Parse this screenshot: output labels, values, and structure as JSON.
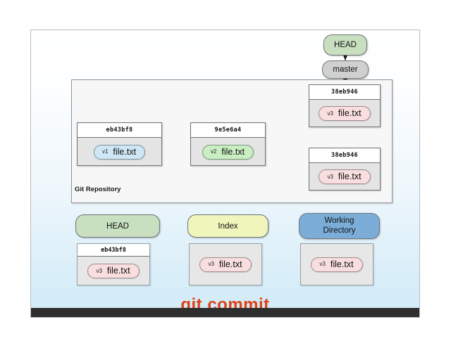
{
  "slide": {
    "title": "git commit",
    "title_color": "#de4216"
  },
  "repository": {
    "label": "Git Repository",
    "refs": [
      {
        "name": "HEAD",
        "color": "#c8e0c0"
      },
      {
        "name": "master",
        "color": "#d0d0d0"
      }
    ],
    "commits": [
      {
        "id": "commit-head",
        "hash": "38eb946",
        "file": {
          "version": "v3",
          "name": "file.txt",
          "color": "#f9dedf"
        }
      },
      {
        "id": "commit-first",
        "hash": "eb43bf8",
        "file": {
          "version": "v1",
          "name": "file.txt",
          "color": "#cfe7f5"
        }
      },
      {
        "id": "commit-second",
        "hash": "9e5e6a4",
        "file": {
          "version": "v2",
          "name": "file.txt",
          "color": "#c9eec2"
        }
      },
      {
        "id": "commit-third",
        "hash": "38eb946",
        "file": {
          "version": "v3",
          "name": "file.txt",
          "color": "#f9dedf"
        }
      }
    ]
  },
  "areas": [
    {
      "id": "head",
      "label": "HEAD",
      "color": "#c8e0c0",
      "hash": "eb43bf8",
      "file": {
        "version": "v3",
        "name": "file.txt",
        "color": "#f9dedf"
      }
    },
    {
      "id": "index",
      "label": "Index",
      "color": "#f0f5bb",
      "hash": "",
      "file": {
        "version": "v3",
        "name": "file.txt",
        "color": "#f9dedf"
      }
    },
    {
      "id": "working-directory",
      "label": "Working Directory",
      "label_line1": "Working",
      "label_line2": "Directory",
      "color": "#7badd8",
      "hash": "",
      "file": {
        "version": "v3",
        "name": "file.txt",
        "color": "#f9dedf"
      }
    }
  ]
}
